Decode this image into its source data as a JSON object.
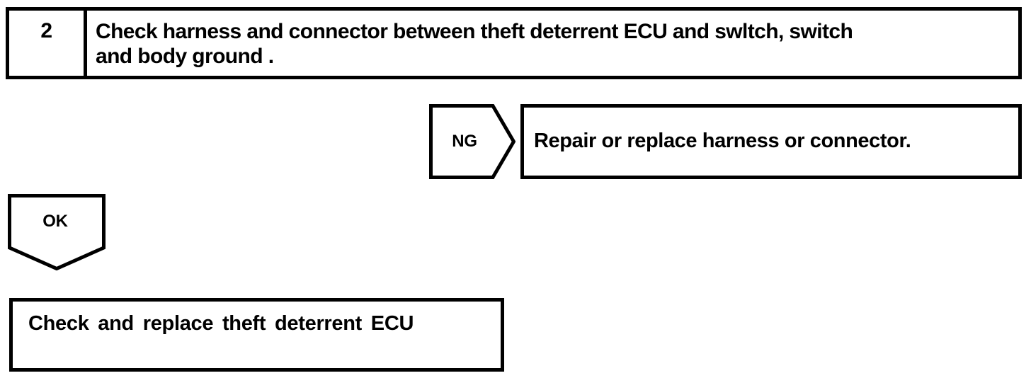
{
  "document": {
    "type": "troubleshooting-flowchart",
    "background_color": "#ffffff",
    "line_color": "#000000"
  },
  "step": {
    "number": "2",
    "instruction": "Check harness and connector between theft deterrent ECU and swltch, switch\nand body ground ."
  },
  "branches": {
    "ng": {
      "label": "NG",
      "result": "Repair or replace harness or connector."
    },
    "ok": {
      "label": "OK"
    }
  },
  "final_action": {
    "text": "Check and replace theft deterrent ECU"
  }
}
